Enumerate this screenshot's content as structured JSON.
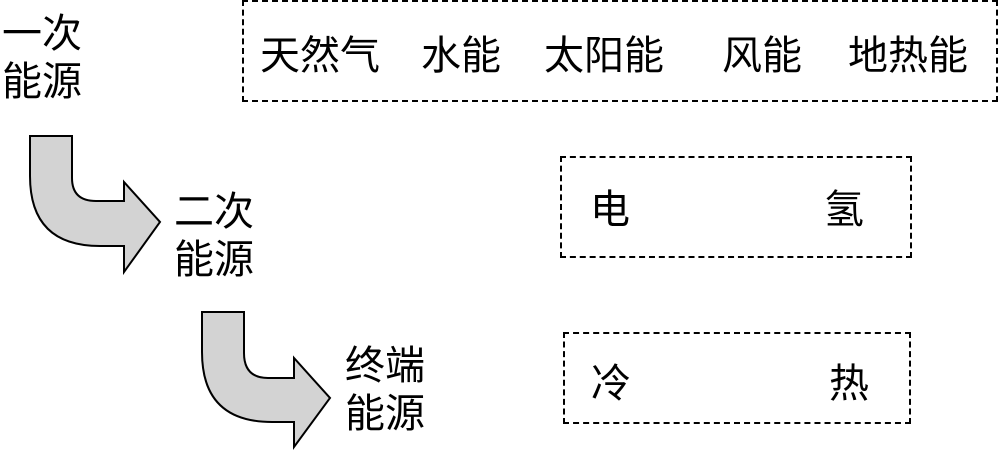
{
  "levels": [
    {
      "line1": "一次",
      "line2": "能源"
    },
    {
      "line1": "二次",
      "line2": "能源"
    },
    {
      "line1": "终端",
      "line2": "能源"
    }
  ],
  "primary_sources": [
    "天然气",
    "水能",
    "太阳能",
    "风能",
    "地热能"
  ],
  "secondary_sources": [
    "电",
    "氢"
  ],
  "terminal_sources": [
    "冷",
    "热"
  ],
  "colors": {
    "arrow_fill": "#d3d3d3",
    "stroke": "#000000"
  }
}
